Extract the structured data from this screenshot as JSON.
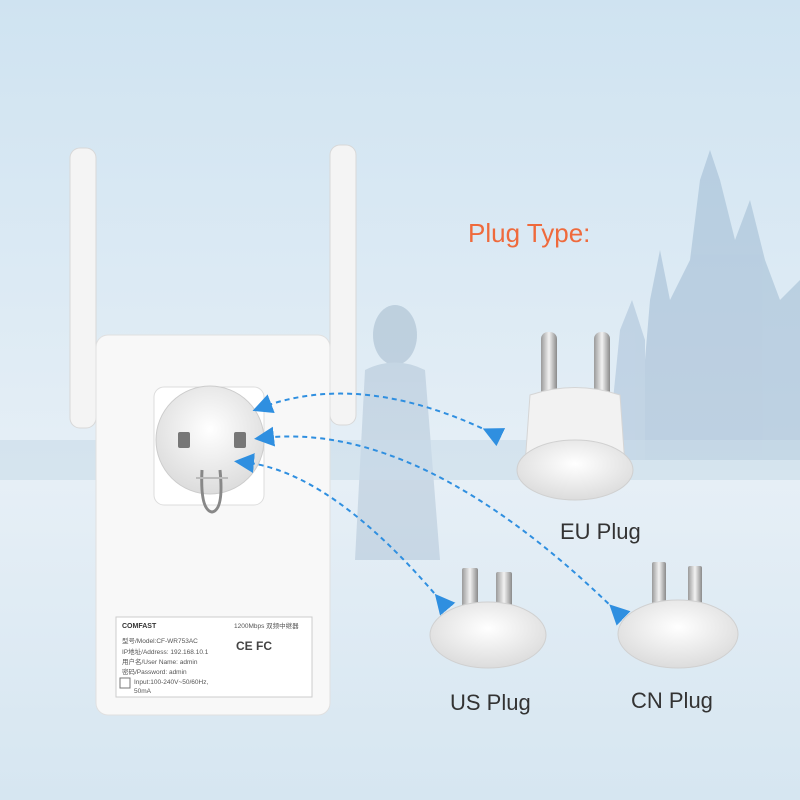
{
  "title": "Plug Type:",
  "plugs": [
    {
      "label": "EU Plug"
    },
    {
      "label": "US Plug"
    },
    {
      "label": "CN Plug"
    }
  ],
  "device": {
    "brand": "COMFAST",
    "speed": "1200Mbps 双频中继器",
    "model": "型号/Model:CF-WR753AC",
    "address": "IP地址/Address: 192.168.10.1",
    "user": "用户名/User Name: admin",
    "password": "密码/Password: admin",
    "input": "Input:100-240V~50/60Hz,",
    "current": "50mA",
    "certs": "CE FC"
  },
  "colors": {
    "title": "#ef6a3c",
    "arrow": "#2f8fe0",
    "device": "#f7f7f7"
  }
}
